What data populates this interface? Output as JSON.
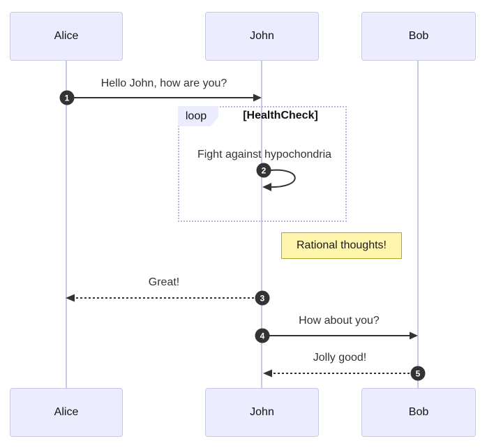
{
  "diagram": {
    "type": "sequence-diagram",
    "actors": [
      {
        "name": "Alice"
      },
      {
        "name": "John"
      },
      {
        "name": "Bob"
      }
    ],
    "loop": {
      "label": "loop",
      "condition": "[HealthCheck]"
    },
    "note": {
      "text": "Rational thoughts!",
      "attached_to": "John"
    },
    "messages": [
      {
        "seq": "1",
        "from": "Alice",
        "to": "John",
        "text": "Hello John, how are you?",
        "line": "solid"
      },
      {
        "seq": "2",
        "from": "John",
        "to": "John",
        "text": "Fight against hypochondria",
        "line": "solid-self"
      },
      {
        "seq": "3",
        "from": "John",
        "to": "Alice",
        "text": "Great!",
        "line": "dashed"
      },
      {
        "seq": "4",
        "from": "John",
        "to": "Bob",
        "text": "How about you?",
        "line": "solid"
      },
      {
        "seq": "5",
        "from": "Bob",
        "to": "John",
        "text": "Jolly good!",
        "line": "dashed"
      }
    ],
    "colors": {
      "actor_fill": "#ECECFF",
      "actor_border": "#C9C6E8",
      "lifeline": "#C9C6E8",
      "message_line": "#333333",
      "message_text": "#333333",
      "loop_border": "#B9B6E2",
      "loop_label_fill": "#ECECFF",
      "note_fill": "#FFF5AD",
      "note_border": "#AAAA33",
      "seq_badge_fill": "#333333",
      "seq_badge_text": "#FFFFFF",
      "background": "#FFFFFF"
    }
  }
}
